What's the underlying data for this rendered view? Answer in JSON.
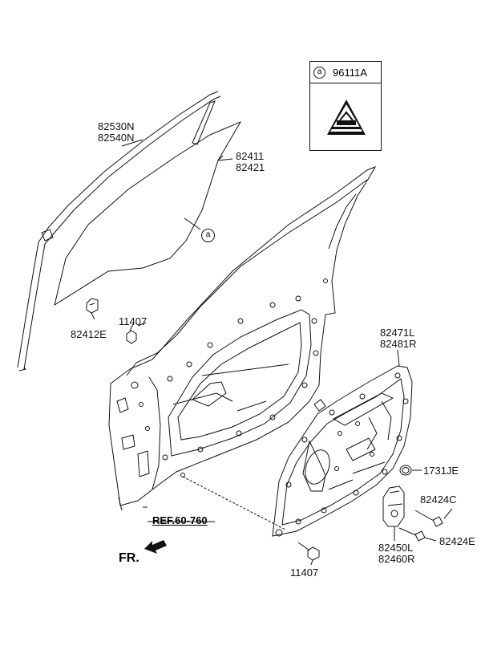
{
  "legend": {
    "symbol": "a",
    "code": "96111A"
  },
  "callout_symbol": "a",
  "parts": {
    "p82530": [
      "82530N",
      "82540N"
    ],
    "p82411": [
      "82411",
      "82421"
    ],
    "p82412e": "82412E",
    "p11407_top": "11407",
    "p82471": [
      "82471L",
      "82481R"
    ],
    "p1731je": "1731JE",
    "p82424c": "82424C",
    "p82424e": "82424E",
    "p82450": [
      "82450L",
      "82460R"
    ],
    "p11407_bottom": "11407"
  },
  "ref_label": "REF.60-760",
  "direction_label": "FR."
}
